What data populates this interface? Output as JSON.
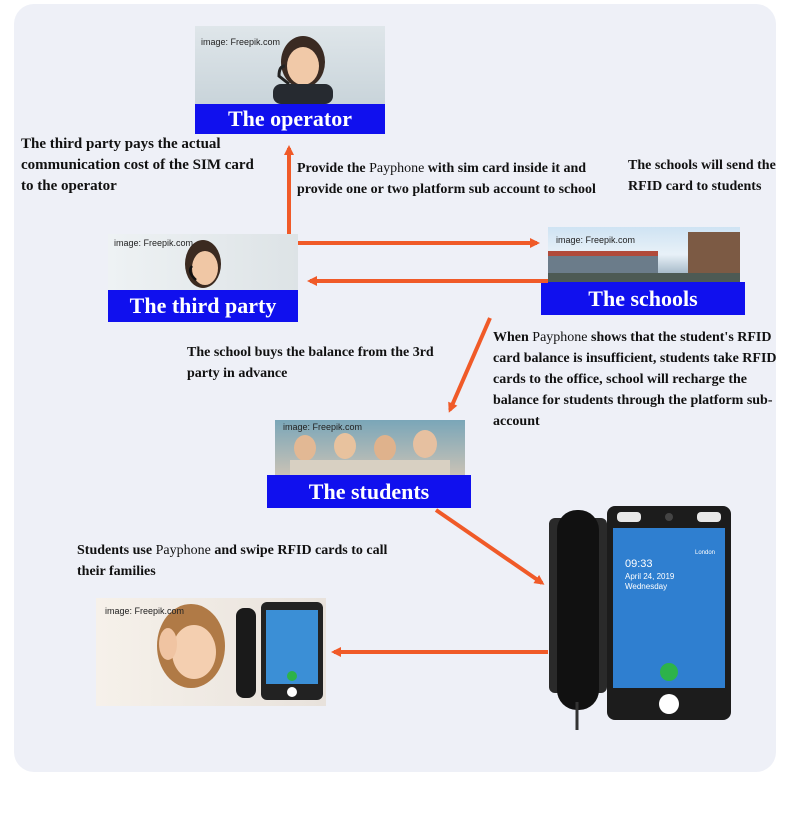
{
  "credit": "image: Freepik.com",
  "nodes": {
    "operator": "The operator",
    "third_party": "The third party",
    "schools": "The schools",
    "students": "The students"
  },
  "notes": {
    "third_party_pays": "The third party pays the actual communication cost of the SIM card to the operator",
    "provide_payphone_1": "Provide the ",
    "provide_payphone_kw": "Payphone",
    "provide_payphone_2": " with sim card inside it and provide one or two platform sub account to school",
    "schools_send": "The schools will send the RFID card to students",
    "school_buys": "The school buys the balance from the 3rd party in advance",
    "when_payphone_1": "When ",
    "when_payphone_kw": "Payphone",
    "when_payphone_2": " shows that the student's RFID card balance is insufficient, students take RFID cards to the office, school will recharge the balance for students through the platform sub-account",
    "students_use_1": "Students use ",
    "students_use_kw": "Payphone",
    "students_use_2": " and swipe RFID cards to call their families"
  },
  "device_screen": {
    "time": "09:33",
    "date": "April 24, 2019",
    "day": "Wednesday",
    "weather": "London"
  },
  "colors": {
    "arrow": "#f05a28",
    "label_bg": "#1010ee",
    "panel_bg": "#eef0f7"
  }
}
